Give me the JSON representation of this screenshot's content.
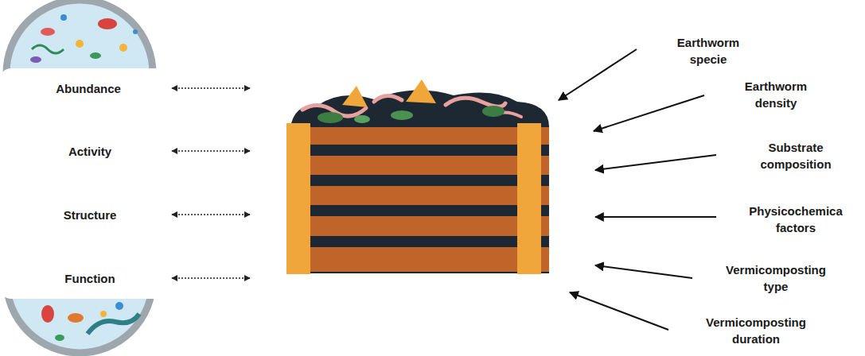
{
  "diagram": {
    "labels": [
      "Abundance",
      "Activity",
      "Structure",
      "Function",
      "Earthworm specie",
      "Earthworm density",
      "Substrate composition",
      "Physicochemica factors",
      "Vermicomposting type",
      "Vermicomposting duration"
    ]
  }
}
